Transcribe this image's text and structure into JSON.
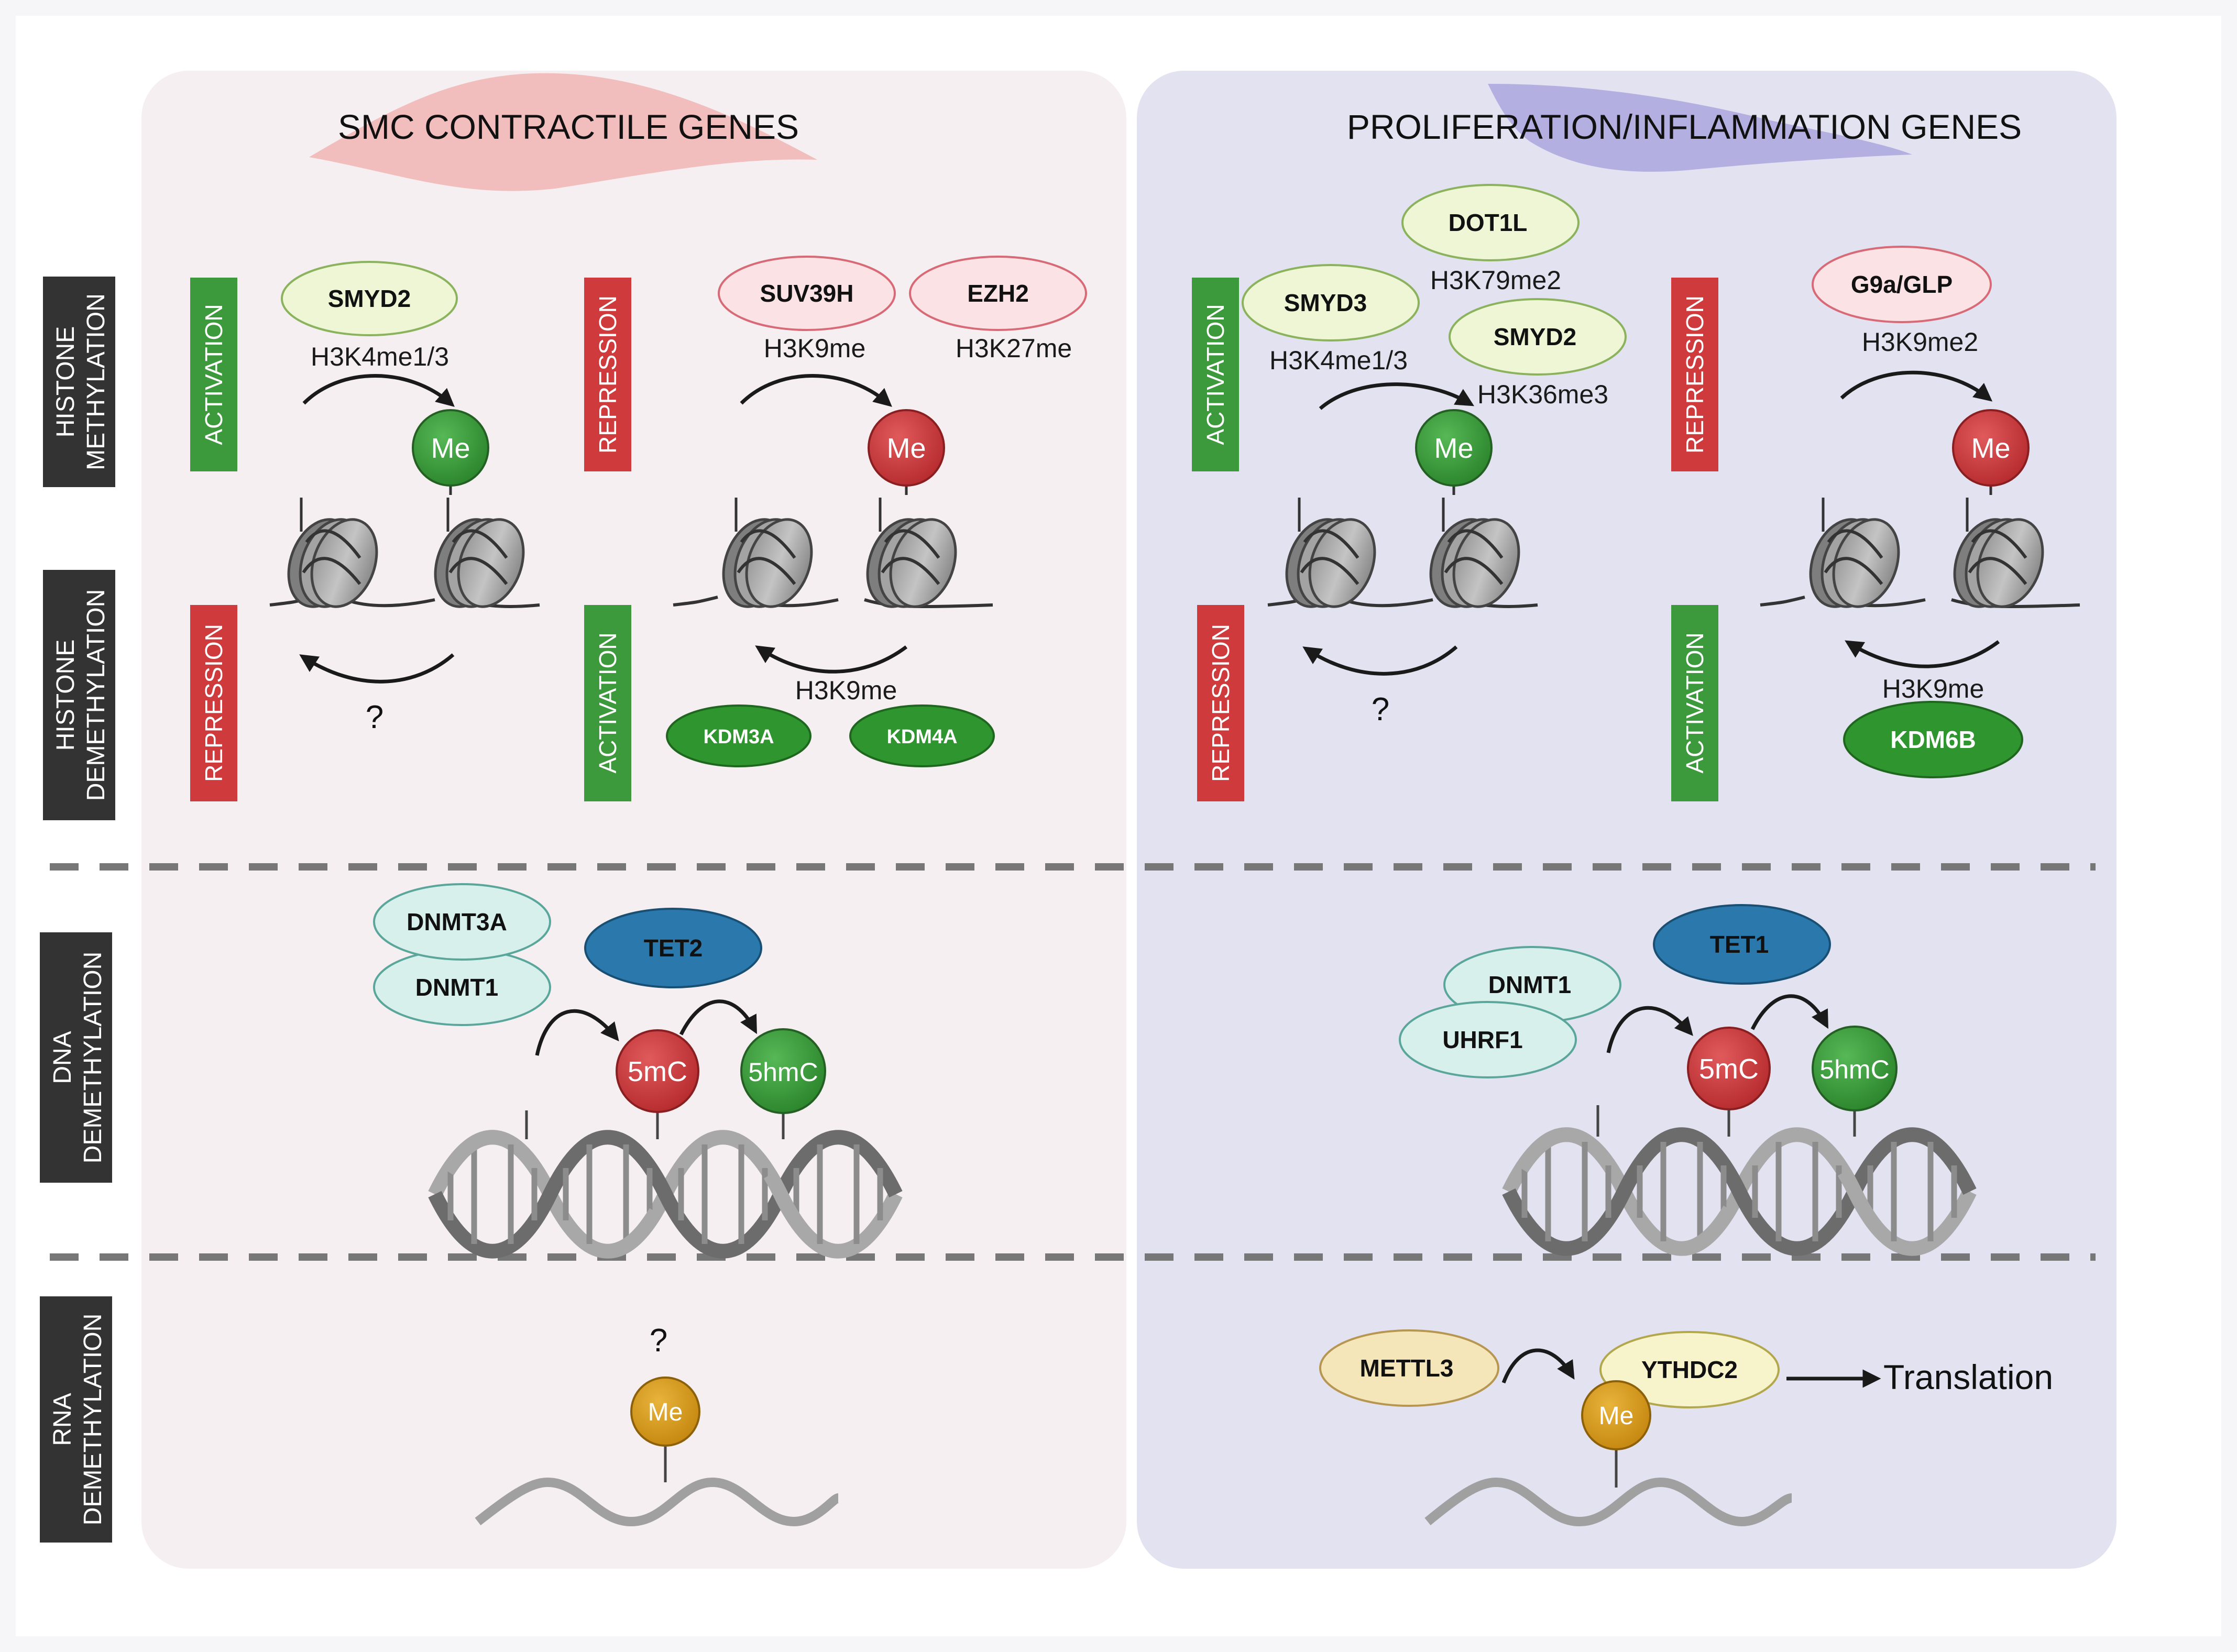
{
  "colors": {
    "panel_left": "#f6eff1",
    "panel_right": "#e3e2f0",
    "activation": "#3c9a3c",
    "repression": "#cf3a3c",
    "me_green": "#3a9a3a",
    "me_red": "#cf3a3c",
    "me_gold": "#d59a1c",
    "enzyme_lightgreen": "#eef6d6",
    "enzyme_pink": "#fbe2e5",
    "enzyme_cyan": "#d7f0ec",
    "enzyme_blue": "#2a78ac",
    "enzyme_darkgreen": "#2f952f",
    "enzyme_cream": "#f4e6b8",
    "enzyme_lightyellow": "#f7f4cc"
  },
  "left": {
    "title": "SMC CONTRACTILE GENES",
    "histone_meth": {
      "act_bar": "ACTIVATION",
      "enzyme": "SMYD2",
      "mark": "H3K4me1/3",
      "me": "Me",
      "rep_bar": "REPRESSION",
      "enzyme2": "SUV39H",
      "mark2": "H3K9me",
      "enzyme3": "EZH2",
      "mark3": "H3K27me",
      "me2": "Me"
    },
    "histone_demeth": {
      "rep_bar": "REPRESSION",
      "question": "?",
      "act_bar": "ACTIVATION",
      "mark": "H3K9me",
      "enzyme1": "KDM3A",
      "enzyme2": "KDM4A"
    },
    "dna": {
      "enzyme1": "DNMT3A",
      "enzyme2": "DNMT1",
      "enzyme3": "TET2",
      "mark1": "5mC",
      "mark2": "5hmC"
    },
    "rna": {
      "question": "?",
      "me": "Me"
    }
  },
  "right": {
    "title": "PROLIFERATION/INFLAMMATION GENES",
    "histone_meth": {
      "act_bar": "ACTIVATION",
      "enzyme_dot1l": "DOT1L",
      "mark_dot1l": "H3K79me2",
      "enzyme_smyd3": "SMYD3",
      "mark_smyd3": "H3K4me1/3",
      "enzyme_smyd2": "SMYD2",
      "mark_smyd2": "H3K36me3",
      "me": "Me",
      "rep_bar": "REPRESSION",
      "enzyme_g9a": "G9a/GLP",
      "mark_g9a": "H3K9me2",
      "me2": "Me"
    },
    "histone_demeth": {
      "rep_bar": "REPRESSION",
      "question": "?",
      "act_bar": "ACTIVATION",
      "mark": "H3K9me",
      "enzyme": "KDM6B"
    },
    "dna": {
      "enzyme1": "TET1",
      "enzyme2": "DNMT1",
      "enzyme3": "UHRF1",
      "mark1": "5mC",
      "mark2": "5hmC"
    },
    "rna": {
      "enzyme1": "METTL3",
      "enzyme2": "YTHDC2",
      "me": "Me",
      "outcome": "Translation"
    }
  },
  "side_labels": {
    "histone_meth": [
      "HISTONE",
      "METHYLATION"
    ],
    "histone_demeth": [
      "HISTONE",
      "DEMETHYLATION"
    ],
    "dna": [
      "DNA",
      "DEMETHYLATION"
    ],
    "rna": [
      "RNA",
      "DEMETHYLATION"
    ]
  }
}
